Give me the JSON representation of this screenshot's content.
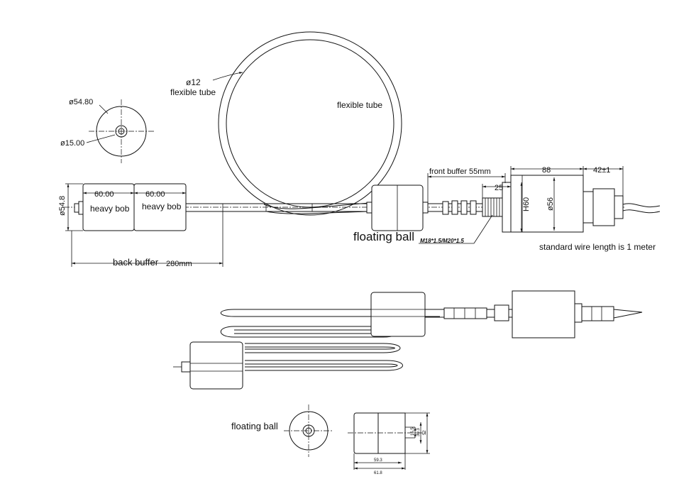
{
  "labels": {
    "tube_dia": "ø12",
    "tube_label_left": "flexible tube",
    "tube_label_center": "flexible tube",
    "bob_outer_dia": "ø54.80",
    "bob_inner_dia": "ø15.00",
    "bob_height": "ø54.8",
    "bob_len_1": "60.00",
    "bob_len_2": "60.00",
    "heavy_bob_1": "heavy bob",
    "heavy_bob_2": "heavy bob",
    "back_buffer": "back buffer",
    "back_buffer_len": "280mm",
    "floating_ball": "floating ball",
    "thread_spec": "M18*1.5/M20*1.5",
    "front_buffer": "front buffer 55mm",
    "dim_25": "25",
    "dim_88": "88",
    "dim_42": "42±1",
    "dim_h60": "H60",
    "dim_d56": "ø56",
    "wire_note": "standard wire length is 1 meter",
    "ball_label_bottom": "floating ball",
    "dim_15_5": "15.5",
    "dim_30_3": "30.3",
    "dim_52": "52",
    "dim_59_3": "59.3",
    "dim_61_8": "61.8"
  }
}
